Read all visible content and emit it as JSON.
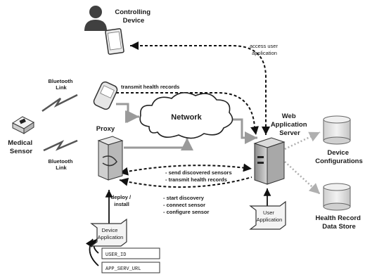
{
  "nodes": {
    "controlling_device": "Controlling\nDevice",
    "network": "Network",
    "web_server": "Web\nApplication\nServer",
    "proxy": "Proxy",
    "medical_sensor": "Medical\nSensor",
    "device_configurations": "Device\nConfigurations",
    "health_record_store": "Health Record\nData Store",
    "user_application": "User\nApplication",
    "device_application": "Device\nApplication"
  },
  "links": {
    "bluetooth_top": "Bluetooth\nLink",
    "bluetooth_bottom": "Bluetooth\nLink",
    "access_user_application": "access user\napplication",
    "transmit_health_records_top": "transmit health records",
    "send_discovered_sensors": "- send discovered sensors",
    "transmit_health_records_proxy": "- transmit health records",
    "start_discovery": "- start discovery",
    "connect_sensor": "- connect sensor",
    "configure_sensor": "- configure sensor",
    "deploy_install": "deploy /\ninstall"
  },
  "config_boxes": {
    "user_id": "USER_ID",
    "app_serv_url": "APP_SERV_URL"
  },
  "colors": {
    "cylinder": "#e2e2e2",
    "grey_arrow": "#9a9a9a",
    "dotted_grey": "#b0b0b0",
    "person": "#404040"
  }
}
